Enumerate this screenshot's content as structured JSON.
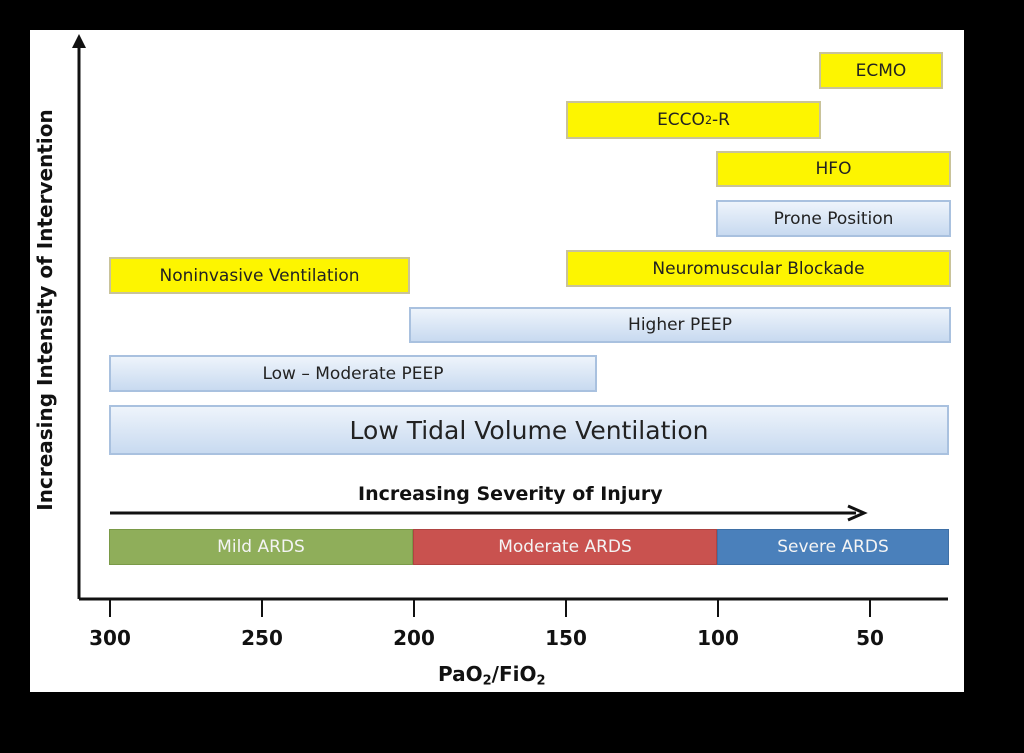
{
  "axes": {
    "y_label": "Increasing Intensity of Intervention",
    "x_label_main": "PaO",
    "x_label_sub1": "2",
    "x_label_mid": "/FiO",
    "x_label_sub2": "2",
    "x_ticks": [
      "300",
      "250",
      "200",
      "150",
      "100",
      "50"
    ],
    "severity_label": "Increasing Severity of Injury"
  },
  "interventions": {
    "ecmo": "ECMO",
    "ecco2r_main": "ECCO",
    "ecco2r_sub": "2",
    "ecco2r_tail": "-R",
    "hfo": "HFO",
    "prone": "Prone Position",
    "niv": "Noninvasive Ventilation",
    "nmb": "Neuromuscular Blockade",
    "higher_peep": "Higher PEEP",
    "low_mod_peep": "Low – Moderate PEEP",
    "ltvv": "Low Tidal Volume Ventilation"
  },
  "ards": {
    "mild": "Mild ARDS",
    "moderate": "Moderate ARDS",
    "severe": "Severe ARDS"
  },
  "colors": {
    "intervention_yellow": "#fdf500",
    "intervention_blue": "#c8daf0",
    "mild": "#8fae5a",
    "moderate": "#c9524f",
    "severe": "#4a80bb"
  }
}
